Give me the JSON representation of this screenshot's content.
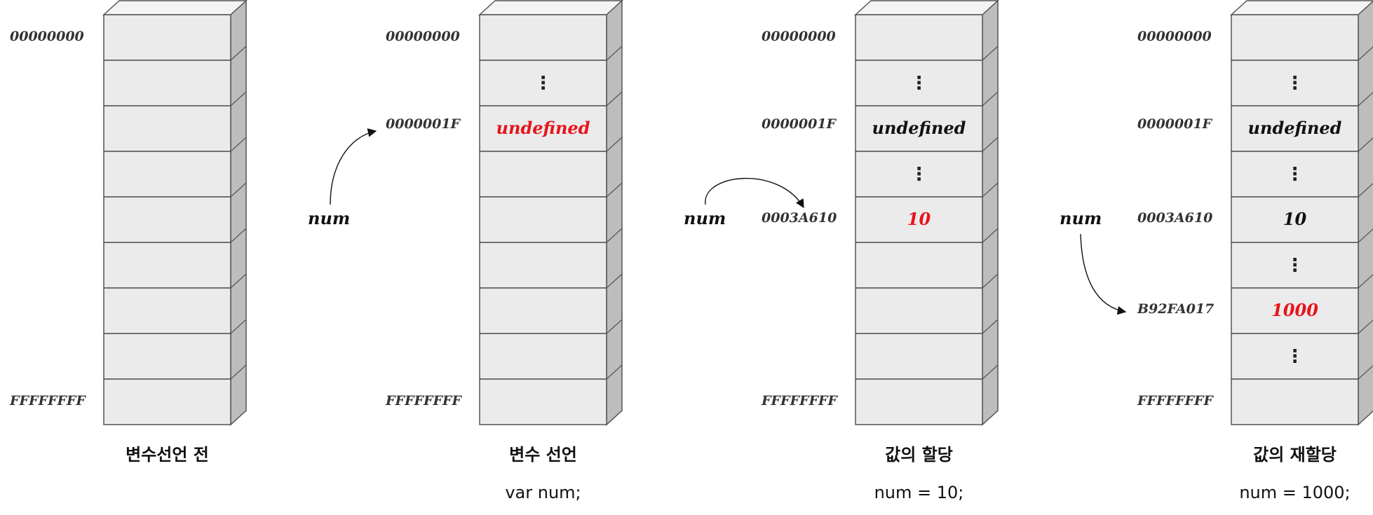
{
  "colors": {
    "highlight": "#e8141b",
    "text": "#111111",
    "address": "#333333",
    "cell_face": "#ebebeb",
    "cell_top": "#f4f4f4",
    "cell_side": "#bdbdbd",
    "cell_border": "#555555"
  },
  "panels": [
    {
      "caption": "변수선언 전",
      "code": "",
      "pointer_label": "",
      "addresses": {
        "top": "00000000",
        "bottom": "FFFFFFFF",
        "row2": "",
        "row4": "",
        "row6": ""
      },
      "cells": [
        {
          "kind": "empty",
          "text": ""
        },
        {
          "kind": "empty",
          "text": ""
        },
        {
          "kind": "empty",
          "text": ""
        },
        {
          "kind": "empty",
          "text": ""
        },
        {
          "kind": "empty",
          "text": ""
        },
        {
          "kind": "empty",
          "text": ""
        },
        {
          "kind": "empty",
          "text": ""
        },
        {
          "kind": "empty",
          "text": ""
        },
        {
          "kind": "empty",
          "text": ""
        }
      ]
    },
    {
      "caption": "변수 선언",
      "code": "var num;",
      "pointer_label": "num",
      "addresses": {
        "top": "00000000",
        "bottom": "FFFFFFFF",
        "row2": "0000001F",
        "row4": "",
        "row6": ""
      },
      "cells": [
        {
          "kind": "empty",
          "text": ""
        },
        {
          "kind": "dots",
          "text": "⋮"
        },
        {
          "kind": "value",
          "text": "undefined",
          "highlight": true
        },
        {
          "kind": "empty",
          "text": ""
        },
        {
          "kind": "empty",
          "text": ""
        },
        {
          "kind": "empty",
          "text": ""
        },
        {
          "kind": "empty",
          "text": ""
        },
        {
          "kind": "empty",
          "text": ""
        },
        {
          "kind": "empty",
          "text": ""
        }
      ]
    },
    {
      "caption": "값의 할당",
      "code": "num = 10;",
      "pointer_label": "num",
      "addresses": {
        "top": "00000000",
        "bottom": "FFFFFFFF",
        "row2": "0000001F",
        "row4": "0003A610",
        "row6": ""
      },
      "cells": [
        {
          "kind": "empty",
          "text": ""
        },
        {
          "kind": "dots",
          "text": "⋮"
        },
        {
          "kind": "value",
          "text": "undefined",
          "highlight": false
        },
        {
          "kind": "dots",
          "text": "⋮"
        },
        {
          "kind": "value",
          "text": "10",
          "highlight": true
        },
        {
          "kind": "empty",
          "text": ""
        },
        {
          "kind": "empty",
          "text": ""
        },
        {
          "kind": "empty",
          "text": ""
        },
        {
          "kind": "empty",
          "text": ""
        }
      ]
    },
    {
      "caption": "값의 재할당",
      "code": "num = 1000;",
      "pointer_label": "num",
      "addresses": {
        "top": "00000000",
        "bottom": "FFFFFFFF",
        "row2": "0000001F",
        "row4": "0003A610",
        "row6": "B92FA017"
      },
      "cells": [
        {
          "kind": "empty",
          "text": ""
        },
        {
          "kind": "dots",
          "text": "⋮"
        },
        {
          "kind": "value",
          "text": "undefined",
          "highlight": false
        },
        {
          "kind": "dots",
          "text": "⋮"
        },
        {
          "kind": "value",
          "text": "10",
          "highlight": false
        },
        {
          "kind": "dots",
          "text": "⋮"
        },
        {
          "kind": "value",
          "text": "1000",
          "highlight": true
        },
        {
          "kind": "dots",
          "text": "⋮"
        },
        {
          "kind": "empty",
          "text": ""
        }
      ]
    }
  ]
}
